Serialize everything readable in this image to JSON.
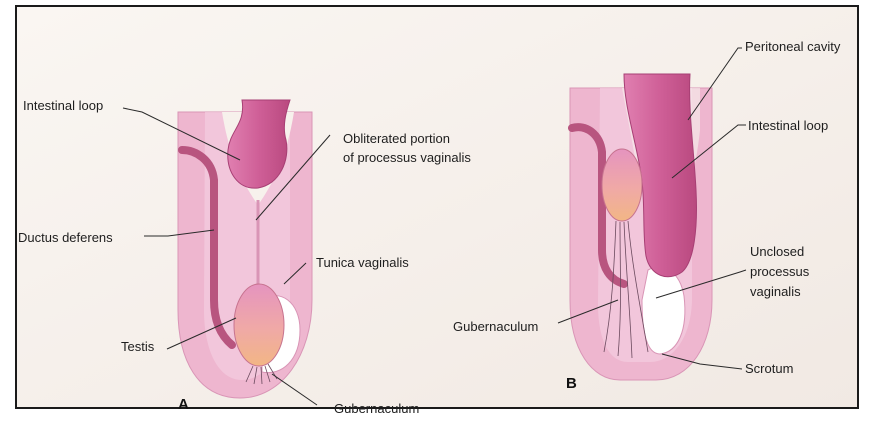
{
  "panel_a": {
    "letter": "A",
    "labels": {
      "intestinal_loop": "Intestinal loop",
      "obliterated_line1": "Obliterated portion",
      "obliterated_line2": "of processus vaginalis",
      "ductus_deferens": "Ductus deferens",
      "tunica_vaginalis": "Tunica vaginalis",
      "testis": "Testis",
      "gubernaculum": "Gubernaculum"
    }
  },
  "panel_b": {
    "letter": "B",
    "labels": {
      "peritoneal_cavity": "Peritoneal cavity",
      "intestinal_loop": "Intestinal loop",
      "unclosed_line1": "Unclosed",
      "unclosed_line2": "processus",
      "unclosed_line3": "vaginalis",
      "gubernaculum": "Gubernaculum",
      "scrotum": "Scrotum"
    }
  },
  "colors": {
    "page_bg": "#f7f1ec",
    "frame": "#1a1a1a",
    "tissue": "#eeb6cf",
    "tissue_light": "#f4cde0",
    "tissue_edge": "#d995b6",
    "intestine": "#cf5f97",
    "intestine_dark": "#a73f74",
    "ductus": "#b8557f",
    "testis_top": "#e594bf",
    "testis_bottom": "#f2b685",
    "cavity": "#ffffff"
  }
}
